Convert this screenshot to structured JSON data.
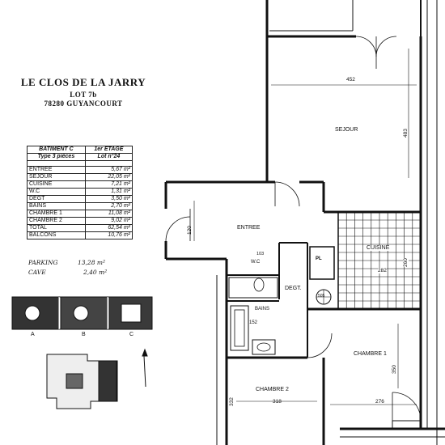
{
  "header": {
    "title": "LE CLOS DE LA JARRY",
    "lot": "LOT 7b",
    "city": "78280 GUYANCOURT"
  },
  "table": {
    "building": "BATIMENT C",
    "floor": "1er ETAGE",
    "type": "Type 3 pièces",
    "lot_no": "Lot n°24",
    "rows": [
      {
        "room": "ENTREE",
        "area": "5,67 m²"
      },
      {
        "room": "SEJOUR",
        "area": "22,05 m²"
      },
      {
        "room": "CUISINE",
        "area": "7,21 m²"
      },
      {
        "room": "W.C",
        "area": "1,31 m²"
      },
      {
        "room": "DEGT",
        "area": "3,50 m²"
      },
      {
        "room": "BAINS",
        "area": "2,70 m²"
      },
      {
        "room": "CHAMBRE 1",
        "area": "11,08 m²"
      },
      {
        "room": "CHAMBRE 2",
        "area": "9,02 m²"
      },
      {
        "room": "TOTAL",
        "area": "62,54 m²"
      },
      {
        "room": "BALCONS",
        "area": "10,76 m²"
      }
    ],
    "parking_label": "PARKING",
    "parking_value": "13,28 m²",
    "cave_label": "CAVE",
    "cave_value": "2,40 m²"
  },
  "key_plan": {
    "labels": [
      "A",
      "B",
      "C"
    ]
  },
  "plan": {
    "rooms": {
      "sejour": "SEJOUR",
      "entree": "ENTREE",
      "cuisine": "CUISINE",
      "wc": "W.C",
      "degt": "DEGT.",
      "bains": "BAINS",
      "chambre1": "CHAMBRE 1",
      "chambre2": "CHAMBRE 2",
      "pl": "PL",
      "boiler": "505"
    },
    "dims": {
      "sejour_w": "452",
      "sejour_h": "483",
      "entree_h": "120",
      "wc_w": "103",
      "cuisine_w": "282",
      "cuisine_h": "260",
      "bains_h": "152",
      "chambre1_h": "350",
      "chambre1_w": "276",
      "chambre2_w": "318",
      "chambre2_h": "332"
    }
  }
}
